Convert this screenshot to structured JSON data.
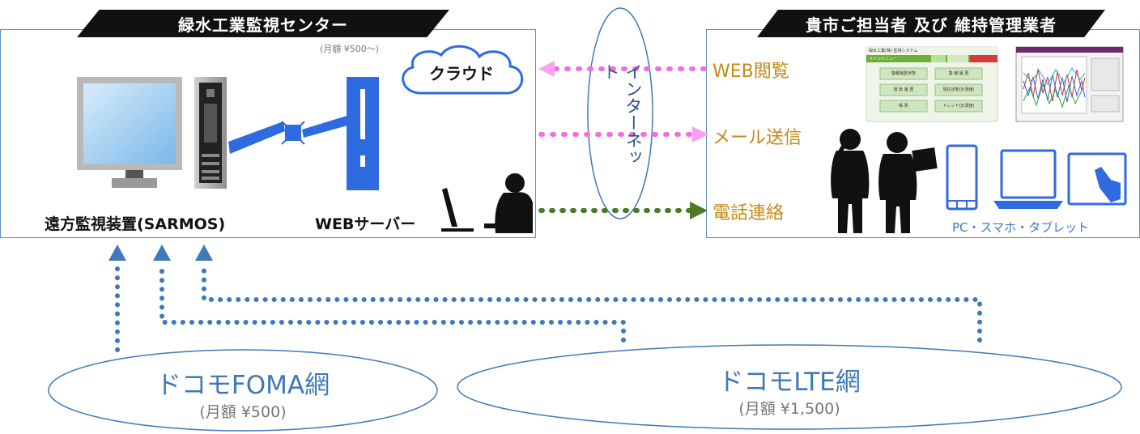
{
  "left_panel": {
    "title": "緑水工業監視センター",
    "monitor_label": "遠方監視装置(SARMOS)",
    "server_label": "WEBサーバー",
    "cloud_label": "クラウド",
    "cloud_price": "(月額 ¥500～)"
  },
  "internet_label": "インターネット",
  "right_panel": {
    "title": "貴市ご担当者 及び 維持管理業者",
    "web_label": "WEB閲覧",
    "mail_label": "メール送信",
    "phone_label": "電話連絡",
    "devices_label": "PC・スマホ・タブレット",
    "screenshot_menu": {
      "title": "緑水工業(株) 監視システム",
      "subtitle": "メインメニュー",
      "buttons": [
        "警報履歴状態",
        "警 報 履 歴",
        "運 転 履 歴",
        "現在状態(計測値)",
        "帳 票",
        "トレンド(計測値)"
      ]
    }
  },
  "networks": {
    "foma_name": "ドコモFOMA網",
    "foma_price": "(月額 ¥500)",
    "lte_name": "ドコモLTE網",
    "lte_price": "(月額 ¥1,500)"
  },
  "colors": {
    "panel_border": "#5b8fc4",
    "device_blue": "#2f6be0",
    "pink_arrow": "#f06fe0",
    "green_arrow": "#4d7a2a",
    "network_blue": "#3e79b8",
    "orange_text": "#c58a13"
  }
}
